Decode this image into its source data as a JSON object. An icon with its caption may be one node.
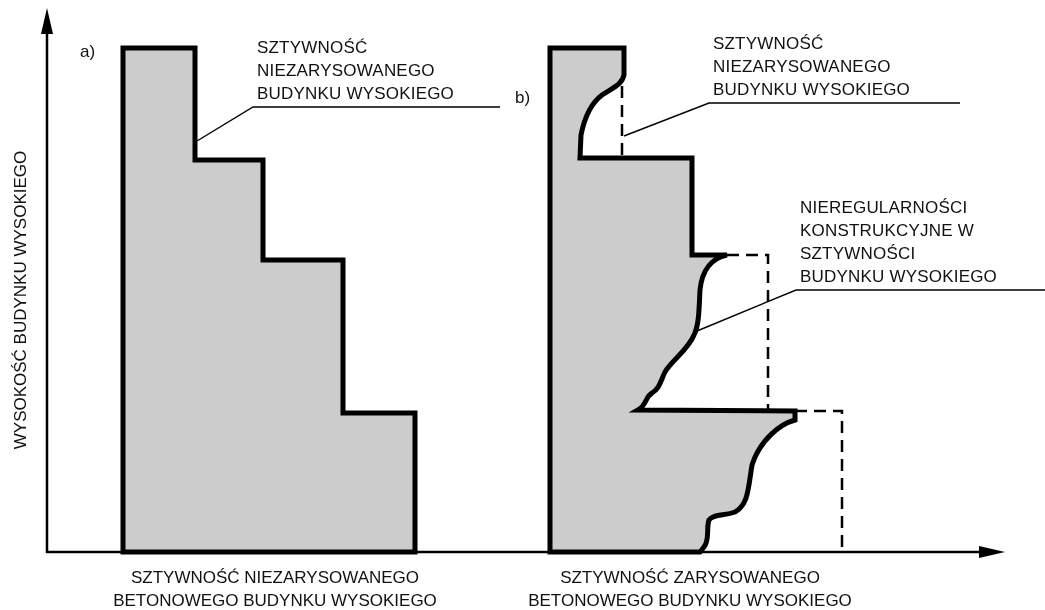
{
  "diagram": {
    "nodes": [
      {
        "text": [
          "SZTYWNOŚĆ NIEZARYSOWANEGO BUDYNKU WYSOKIEGO"
        ]
      },
      {
        "text": [],
        "shape": "polygon"
      },
      {
        "text": [
          "SZTYWNOŚĆ NIEZARYSOWANEGO BUDYNKU WYSOKIEGO"
        ]
      },
      {
        "text": [],
        "shape": "outline"
      },
      {
        "text": [
          "NIEREGULARNOŚCI KONSTRUKCYJNE W SZTYWNOŚCI BUDYNKU WYSOKIEGO"
        ]
      },
      {
        "text": [],
        "shape": "polygon"
      }
    ],
    "edges": [
      {
        "from": 0,
        "to": 1,
        "arrow": "none"
      },
      {
        "from": 2,
        "to": 3,
        "arrow": "none"
      },
      {
        "from": 4,
        "to": 5,
        "arrow": "none"
      }
    ],
    "labels": [
      "WYSOKOŚĆ BUDYNKU WYSOKIEGO",
      "a)",
      "b)",
      "SZTYWNOŚĆ NIEZARYSOWANEGO BETONOWEGO BUDYNKU WYSOKIEGO",
      "SZTYWNOŚĆ ZARYSOWANEGO BETONOWEGO BUDYNKU WYSOKIEGO"
    ]
  }
}
